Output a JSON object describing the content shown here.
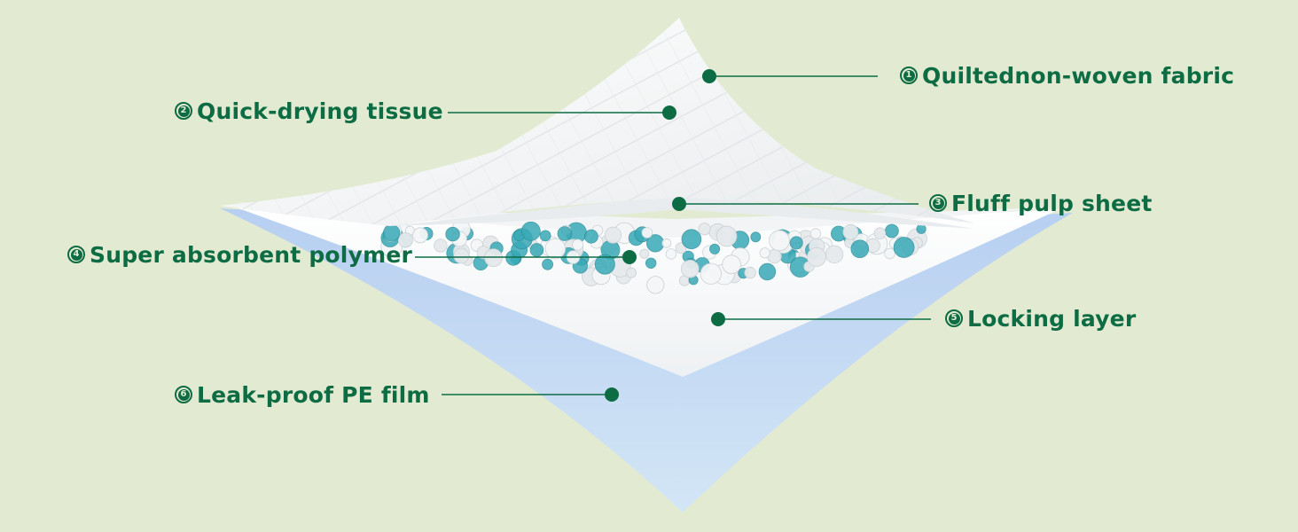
{
  "colors": {
    "background": "#e2ebd1",
    "accent_green": "#0d6c44",
    "film_blue": "#c9ddf5",
    "pad_white": "#f7f8f8",
    "polymer_teal": "#39a9b6"
  },
  "layers": [
    {
      "number": "1",
      "name": "Quiltednon-woven fabric"
    },
    {
      "number": "2",
      "name": "Quick-drying tissue"
    },
    {
      "number": "3",
      "name": "Fluff pulp sheet"
    },
    {
      "number": "4",
      "name": "Super absorbent polymer"
    },
    {
      "number": "5",
      "name": "Locking layer"
    },
    {
      "number": "6",
      "name": "Leak-proof PE film"
    }
  ]
}
